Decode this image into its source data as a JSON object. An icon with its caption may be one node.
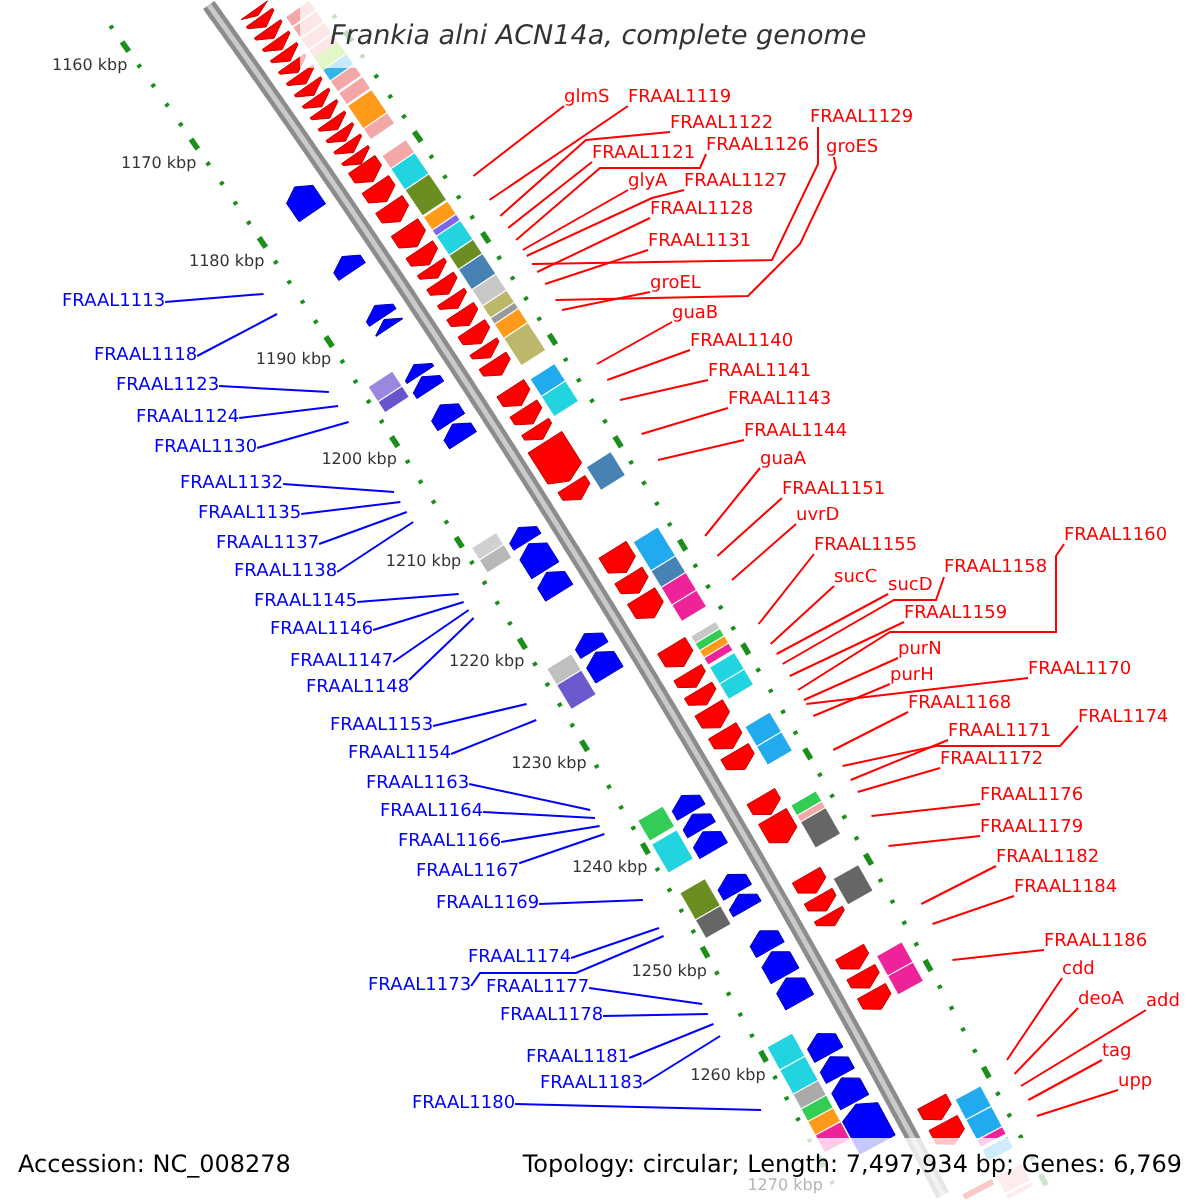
{
  "diagram": {
    "title": "Frankia alni ACN14a, complete genome",
    "nodes": [
      {
        "text": [
          "FRAAL1113"
        ]
      },
      {
        "text": [
          "FRAAL1118"
        ]
      },
      {
        "text": [
          "FRAAL1123"
        ]
      },
      {
        "text": [
          "FRAAL1124"
        ]
      },
      {
        "text": [
          "FRAAL1130"
        ]
      },
      {
        "text": [
          "FRAAL1132"
        ]
      },
      {
        "text": [
          "FRAAL1135"
        ]
      },
      {
        "text": [
          "FRAAL1137"
        ]
      },
      {
        "text": [
          "FRAAL1138"
        ]
      },
      {
        "text": [
          "FRAAL1145"
        ]
      },
      {
        "text": [
          "FRAAL1146"
        ]
      },
      {
        "text": [
          "FRAAL1147"
        ]
      },
      {
        "text": [
          "FRAAL1148"
        ]
      },
      {
        "text": [
          "FRAAL1153"
        ]
      },
      {
        "text": [
          "FRAAL1154"
        ]
      },
      {
        "text": [
          "FRAAL1163"
        ]
      },
      {
        "text": [
          "FRAAL1164"
        ]
      },
      {
        "text": [
          "FRAAL1166"
        ]
      },
      {
        "text": [
          "FRAAL1167"
        ]
      },
      {
        "text": [
          "FRAAL1169"
        ]
      },
      {
        "text": [
          "FRAAL1174"
        ]
      },
      {
        "text": [
          "FRAAL1173"
        ]
      },
      {
        "text": [
          "FRAAL1177"
        ]
      },
      {
        "text": [
          "FRAAL1178"
        ]
      },
      {
        "text": [
          "FRAAL1181"
        ]
      },
      {
        "text": [
          "FRAAL1183"
        ]
      },
      {
        "text": [
          "FRAAL1180"
        ]
      },
      {
        "text": [
          "glmS"
        ]
      },
      {
        "text": [
          "FRAAL1119"
        ]
      },
      {
        "text": [
          "FRAAL1122"
        ]
      },
      {
        "text": [
          "FRAAL1129"
        ]
      },
      {
        "text": [
          "FRAAL1121"
        ]
      },
      {
        "text": [
          "FRAAL1126"
        ]
      },
      {
        "text": [
          "groES"
        ]
      },
      {
        "text": [
          "glyA"
        ]
      },
      {
        "text": [
          "FRAAL1127"
        ]
      },
      {
        "text": [
          "FRAAL1128"
        ]
      },
      {
        "text": [
          "FRAAL1131"
        ]
      },
      {
        "text": [
          "groEL"
        ]
      },
      {
        "text": [
          "guaB"
        ]
      },
      {
        "text": [
          "FRAAL1140"
        ]
      },
      {
        "text": [
          "FRAAL1141"
        ]
      },
      {
        "text": [
          "FRAAL1143"
        ]
      },
      {
        "text": [
          "FRAAL1144"
        ]
      },
      {
        "text": [
          "guaA"
        ]
      },
      {
        "text": [
          "FRAAL1151"
        ]
      },
      {
        "text": [
          "uvrD"
        ]
      },
      {
        "text": [
          "FRAAL1155"
        ]
      },
      {
        "text": [
          "FRAAL1160"
        ]
      },
      {
        "text": [
          "sucC"
        ]
      },
      {
        "text": [
          "sucD"
        ]
      },
      {
        "text": [
          "FRAAL1158"
        ]
      },
      {
        "text": [
          "FRAAL1159"
        ]
      },
      {
        "text": [
          "purN"
        ]
      },
      {
        "text": [
          "FRAAL1170"
        ]
      },
      {
        "text": [
          "purH"
        ]
      },
      {
        "text": [
          "FRAAL1168"
        ]
      },
      {
        "text": [
          "FRAL1174"
        ]
      },
      {
        "text": [
          "FRAAL1171"
        ]
      },
      {
        "text": [
          "FRAAL1172"
        ]
      },
      {
        "text": [
          "FRAAL1176"
        ]
      },
      {
        "text": [
          "FRAAL1179"
        ]
      },
      {
        "text": [
          "FRAAL1182"
        ]
      },
      {
        "text": [
          "FRAAL1184"
        ]
      },
      {
        "text": [
          "FRAAL1186"
        ]
      },
      {
        "text": [
          "cdd"
        ]
      },
      {
        "text": [
          "deoA"
        ]
      },
      {
        "text": [
          "add"
        ]
      },
      {
        "text": [
          "tag"
        ]
      },
      {
        "text": [
          "upp"
        ]
      }
    ],
    "edges": [
      {
        "from": 0,
        "to": null,
        "arrow": "none",
        "color": "#0000ff"
      },
      {
        "from": 1,
        "to": null,
        "arrow": "none",
        "color": "#0000ff"
      },
      {
        "from": 2,
        "to": null,
        "arrow": "none",
        "color": "#0000ff"
      },
      {
        "from": 3,
        "to": null,
        "arrow": "none",
        "color": "#0000ff"
      },
      {
        "from": 4,
        "to": null,
        "arrow": "none",
        "color": "#0000ff"
      },
      {
        "from": 5,
        "to": null,
        "arrow": "none",
        "color": "#0000ff"
      },
      {
        "from": 6,
        "to": null,
        "arrow": "none",
        "color": "#0000ff"
      },
      {
        "from": 7,
        "to": null,
        "arrow": "none",
        "color": "#0000ff"
      },
      {
        "from": 8,
        "to": null,
        "arrow": "none",
        "color": "#0000ff"
      },
      {
        "from": 9,
        "to": null,
        "arrow": "none",
        "color": "#0000ff"
      },
      {
        "from": 10,
        "to": null,
        "arrow": "none",
        "color": "#0000ff"
      },
      {
        "from": 11,
        "to": null,
        "arrow": "none",
        "color": "#0000ff"
      },
      {
        "from": 12,
        "to": null,
        "arrow": "none",
        "color": "#0000ff"
      },
      {
        "from": 13,
        "to": null,
        "arrow": "none",
        "color": "#0000ff"
      },
      {
        "from": 14,
        "to": null,
        "arrow": "none",
        "color": "#0000ff"
      },
      {
        "from": 15,
        "to": null,
        "arrow": "none",
        "color": "#0000ff"
      },
      {
        "from": 16,
        "to": null,
        "arrow": "none",
        "color": "#0000ff"
      },
      {
        "from": 17,
        "to": null,
        "arrow": "none",
        "color": "#0000ff"
      },
      {
        "from": 18,
        "to": null,
        "arrow": "none",
        "color": "#0000ff"
      },
      {
        "from": 19,
        "to": null,
        "arrow": "none",
        "color": "#0000ff"
      },
      {
        "from": 20,
        "to": null,
        "arrow": "none",
        "color": "#0000ff"
      },
      {
        "from": 21,
        "to": null,
        "arrow": "none",
        "color": "#0000ff"
      },
      {
        "from": 22,
        "to": null,
        "arrow": "none",
        "color": "#0000ff"
      },
      {
        "from": 23,
        "to": null,
        "arrow": "none",
        "color": "#0000ff"
      },
      {
        "from": 24,
        "to": null,
        "arrow": "none",
        "color": "#0000ff"
      },
      {
        "from": 25,
        "to": null,
        "arrow": "none",
        "color": "#0000ff"
      },
      {
        "from": 26,
        "to": null,
        "arrow": "none",
        "color": "#0000ff"
      },
      {
        "from": 27,
        "to": null,
        "arrow": "none"
      },
      {
        "from": 28,
        "to": null,
        "arrow": "none"
      },
      {
        "from": 29,
        "to": null,
        "arrow": "none"
      },
      {
        "from": 30,
        "to": null,
        "arrow": "none"
      },
      {
        "from": 31,
        "to": null,
        "arrow": "none"
      },
      {
        "from": 32,
        "to": null,
        "arrow": "none"
      },
      {
        "from": 33,
        "to": null,
        "arrow": "none"
      },
      {
        "from": 34,
        "to": null,
        "arrow": "none"
      },
      {
        "from": 35,
        "to": null,
        "arrow": "none"
      },
      {
        "from": 36,
        "to": null,
        "arrow": "none"
      },
      {
        "from": 37,
        "to": null,
        "arrow": "none"
      },
      {
        "from": 38,
        "to": null,
        "arrow": "none"
      },
      {
        "from": 39,
        "to": null,
        "arrow": "none"
      },
      {
        "from": 40,
        "to": null,
        "arrow": "none"
      },
      {
        "from": 41,
        "to": null,
        "arrow": "none"
      },
      {
        "from": 42,
        "to": null,
        "arrow": "none"
      },
      {
        "from": 43,
        "to": null,
        "arrow": "none"
      },
      {
        "from": 44,
        "to": null,
        "arrow": "none"
      },
      {
        "from": 45,
        "to": null,
        "arrow": "none"
      },
      {
        "from": 46,
        "to": null,
        "arrow": "none"
      },
      {
        "from": 47,
        "to": null,
        "arrow": "none"
      },
      {
        "from": 48,
        "to": null,
        "arrow": "none"
      },
      {
        "from": 49,
        "to": null,
        "arrow": "none"
      },
      {
        "from": 50,
        "to": null,
        "arrow": "none"
      },
      {
        "from": 51,
        "to": null,
        "arrow": "none"
      },
      {
        "from": 52,
        "to": null,
        "arrow": "none"
      },
      {
        "from": 53,
        "to": null,
        "arrow": "none"
      },
      {
        "from": 54,
        "to": null,
        "arrow": "none"
      },
      {
        "from": 55,
        "to": null,
        "arrow": "none"
      },
      {
        "from": 56,
        "to": null,
        "arrow": "none"
      },
      {
        "from": 57,
        "to": null,
        "arrow": "none"
      },
      {
        "from": 58,
        "to": null,
        "arrow": "none"
      },
      {
        "from": 59,
        "to": null,
        "arrow": "none"
      },
      {
        "from": 60,
        "to": null,
        "arrow": "none"
      },
      {
        "from": 61,
        "to": null,
        "arrow": "none"
      },
      {
        "from": 62,
        "to": null,
        "arrow": "none"
      },
      {
        "from": 63,
        "to": null,
        "arrow": "none"
      },
      {
        "from": 64,
        "to": null,
        "arrow": "none"
      },
      {
        "from": 65,
        "to": null,
        "arrow": "none"
      },
      {
        "from": 66,
        "to": null,
        "arrow": "none"
      },
      {
        "from": 67,
        "to": null,
        "arrow": "none"
      },
      {
        "from": 68,
        "to": null,
        "arrow": "none"
      },
      {
        "from": 69,
        "to": null,
        "arrow": "none"
      }
    ],
    "labels": [
      "1160 kbp",
      "1170 kbp",
      "1180 kbp",
      "1190 kbp",
      "1200 kbp",
      "1210 kbp",
      "1220 kbp",
      "1230 kbp",
      "1240 kbp",
      "1250 kbp",
      "1260 kbp",
      "1270 kbp",
      "Accession: NC_008278",
      "Topology: circular; Length: 7,497,934 bp; Genes: 6,769"
    ]
  }
}
